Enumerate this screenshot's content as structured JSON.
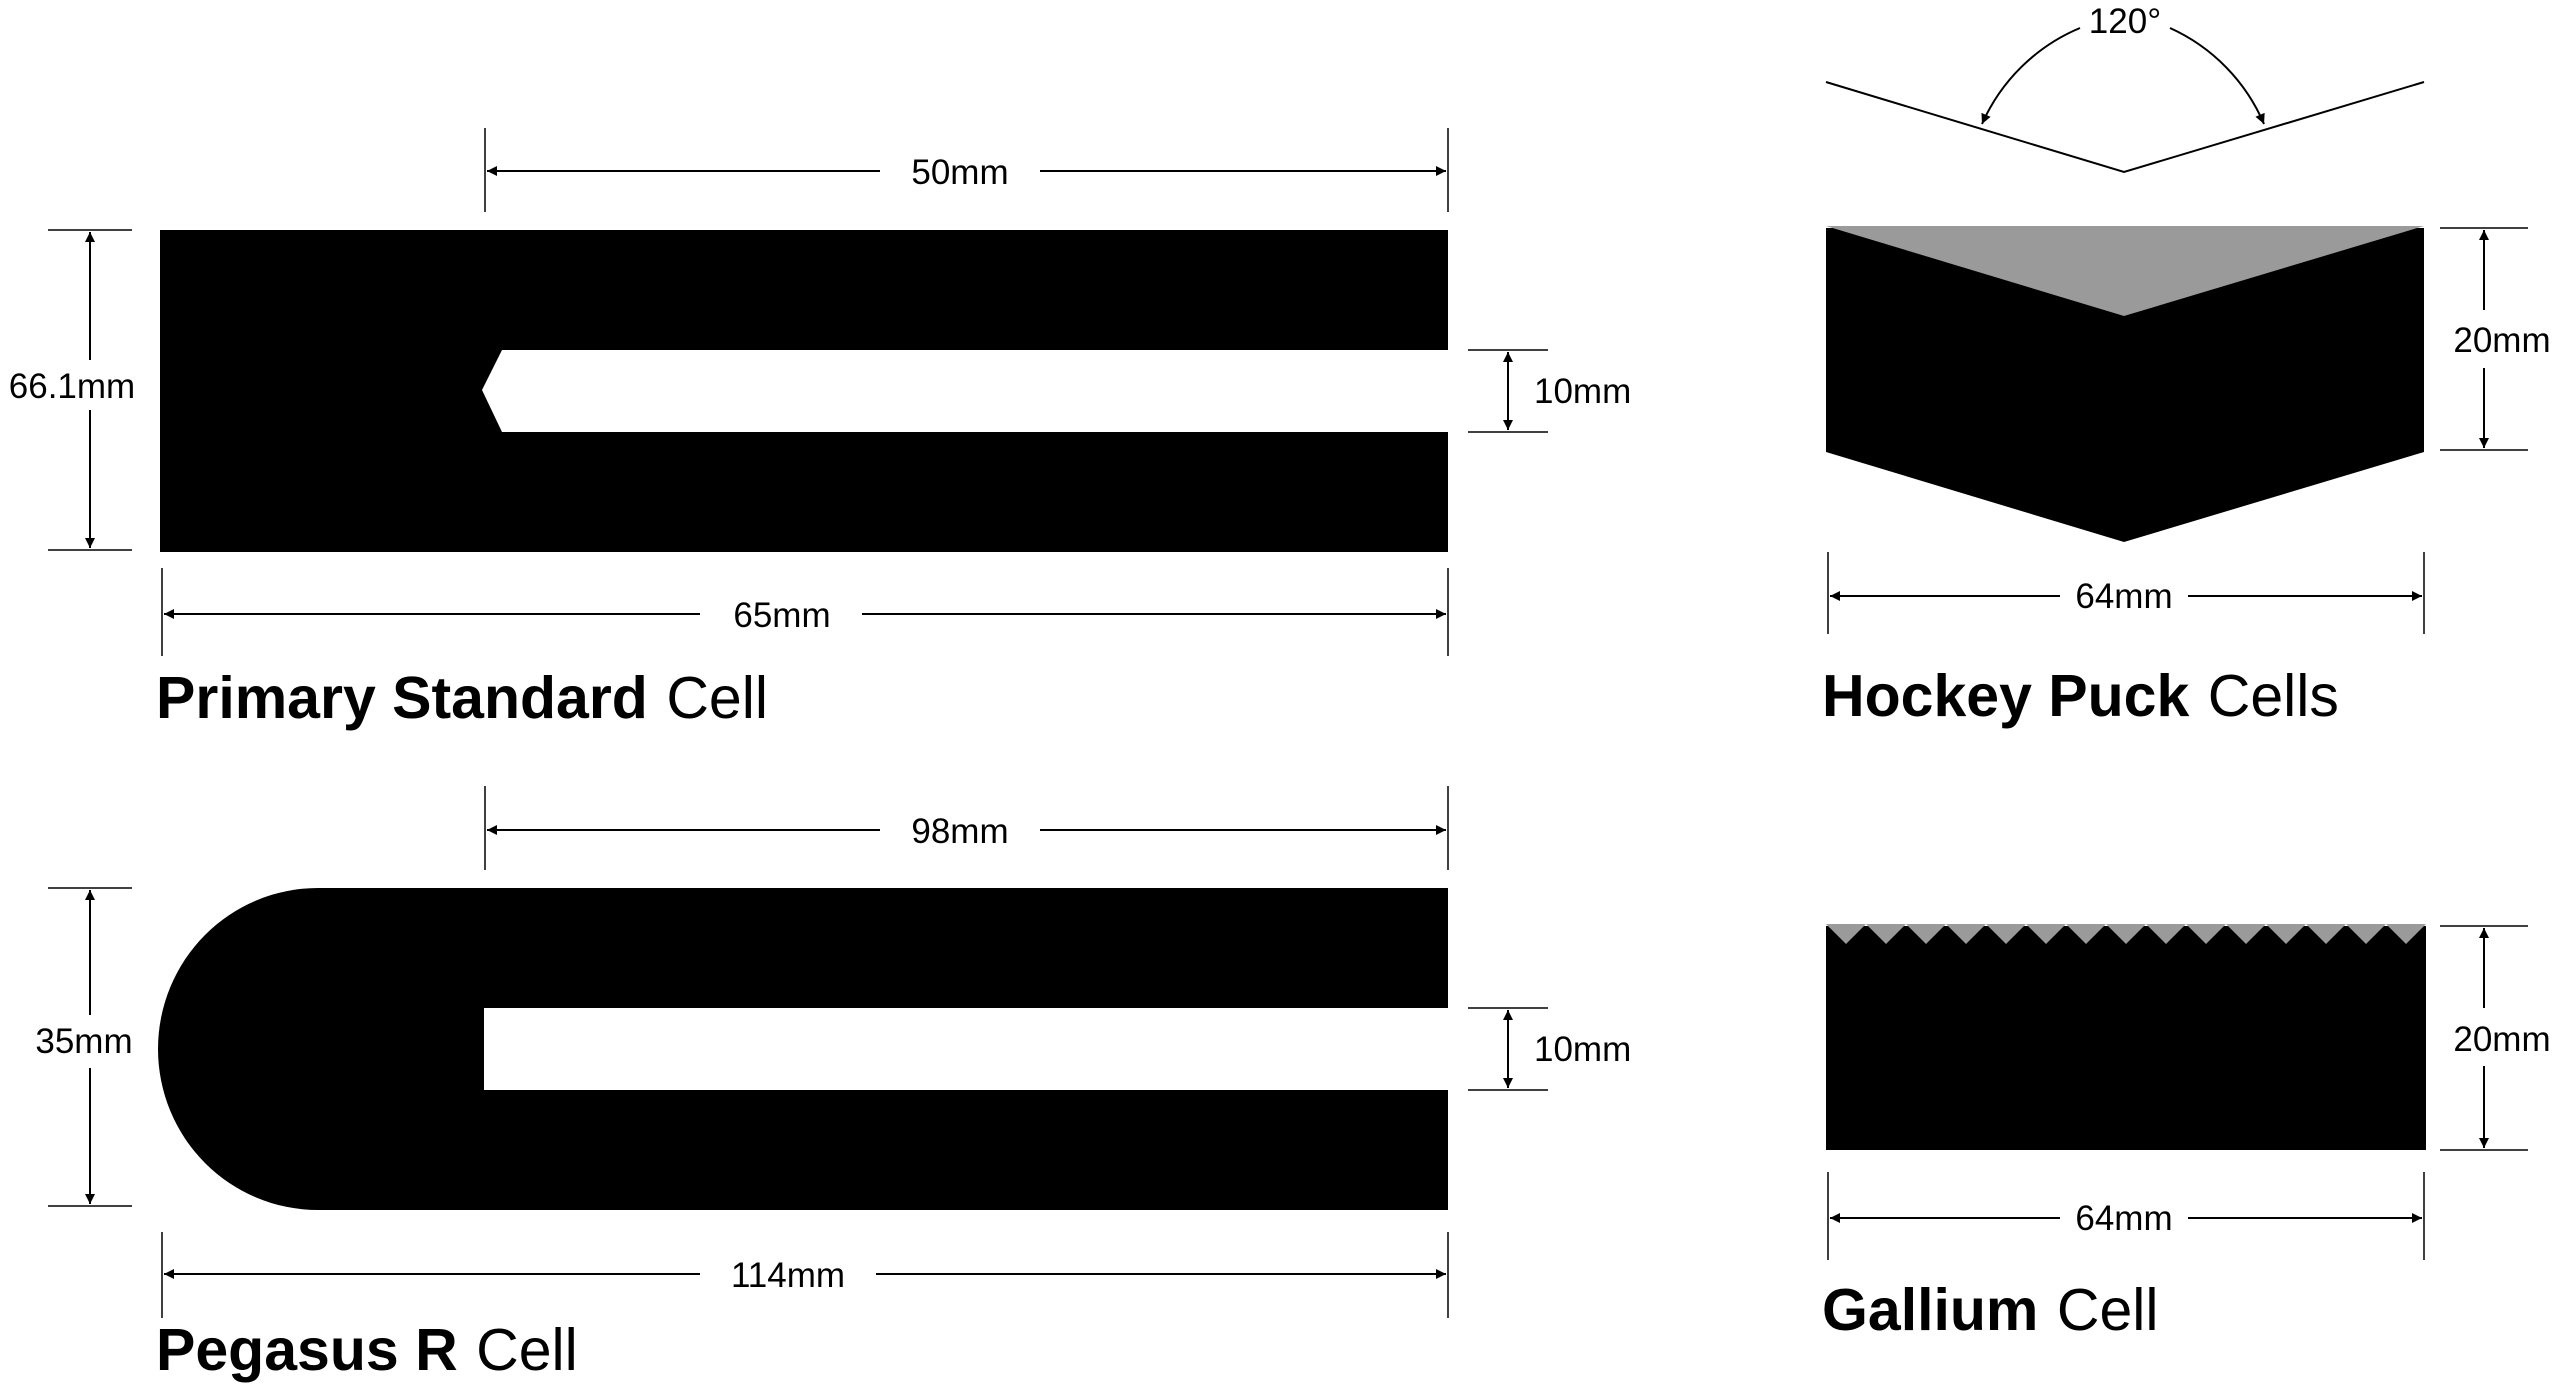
{
  "colors": {
    "solid": "#000000",
    "groove": "#9a9a9a",
    "background": "#ffffff"
  },
  "primary_standard": {
    "title_bold": "Primary Standard",
    "title_light": "Cell",
    "dim_well_length": "50mm",
    "dim_height": "66.1mm",
    "dim_well_width": "10mm",
    "dim_total_length": "65mm"
  },
  "pegasus": {
    "title_bold": "Pegasus R",
    "title_light": "Cell",
    "dim_well_length": "98mm",
    "dim_height": "35mm",
    "dim_well_width": "10mm",
    "dim_total_length": "114mm"
  },
  "hockey_puck": {
    "title_bold": "Hockey Puck",
    "title_light": "Cells",
    "dim_angle": "120°",
    "dim_height": "20mm",
    "dim_width": "64mm"
  },
  "gallium": {
    "title_bold": "Gallium",
    "title_light": "Cell",
    "dim_height": "20mm",
    "dim_width": "64mm"
  }
}
